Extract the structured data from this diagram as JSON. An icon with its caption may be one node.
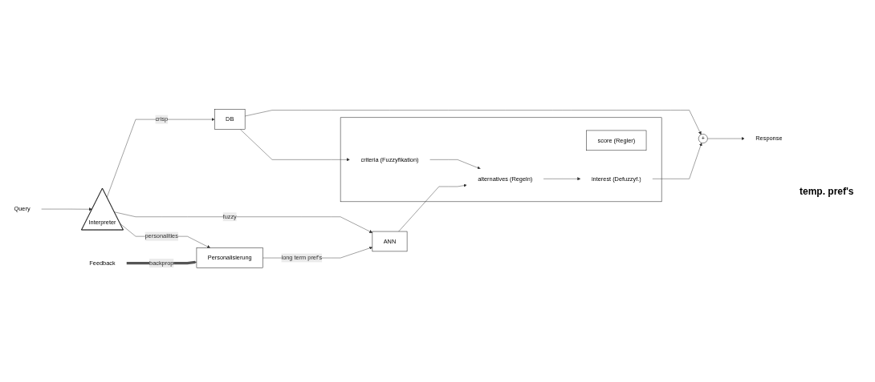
{
  "diagram": {
    "nodes": [
      {
        "text": [
          "Personalisierung"
        ]
      },
      {
        "text": [
          "ANN"
        ]
      },
      {
        "text": [],
        "shape": "box"
      },
      {
        "text": [
          "score (Regler)"
        ],
        "in": 2
      },
      {
        "text": [
          "alternatives (Regeln)"
        ],
        "in": 2
      },
      {
        "text": [
          "criteria (Fuzzyfikation)"
        ],
        "in": 2
      },
      {
        "text": [
          "interest (Defuzzyf.)"
        ],
        "in": 2
      },
      {
        "text": [
          "Query"
        ]
      },
      {
        "text": [
          "Interpreter"
        ]
      },
      {
        "text": [
          "DB"
        ]
      },
      {
        "text": [
          "+"
        ]
      },
      {
        "text": [
          "Response"
        ]
      },
      {
        "text": [
          "Feedback"
        ]
      }
    ],
    "edges": [
      {
        "from": 7,
        "to": 8,
        "arrow": "to"
      },
      {
        "from": 8,
        "to": 0,
        "label": "personalities",
        "arrow": "to"
      },
      {
        "from": 8,
        "to": 1,
        "label": "fuzzy",
        "arrow": "to"
      },
      {
        "from": 0,
        "to": 1,
        "label": "long term pref's",
        "arrow": "to"
      },
      {
        "from": 8,
        "to": 9,
        "label": "crisp",
        "arrow": "to"
      },
      {
        "from": 1,
        "to": 4,
        "arrow": "to"
      },
      {
        "from": 5,
        "to": 4,
        "arrow": "to"
      },
      {
        "from": 4,
        "to": 6,
        "arrow": "to"
      },
      {
        "from": 9,
        "to": 5,
        "arrow": "to"
      },
      {
        "from": 9,
        "to": 10,
        "arrow": "to"
      },
      {
        "from": 6,
        "to": 10,
        "arrow": "to"
      },
      {
        "from": 10,
        "to": 11,
        "arrow": "to"
      },
      {
        "from": 12,
        "to": 0,
        "label": "backprop",
        "arrow": "to",
        "style": "thick",
        "color": "#555555"
      }
    ],
    "labels": [
      "temp. pref's"
    ]
  }
}
